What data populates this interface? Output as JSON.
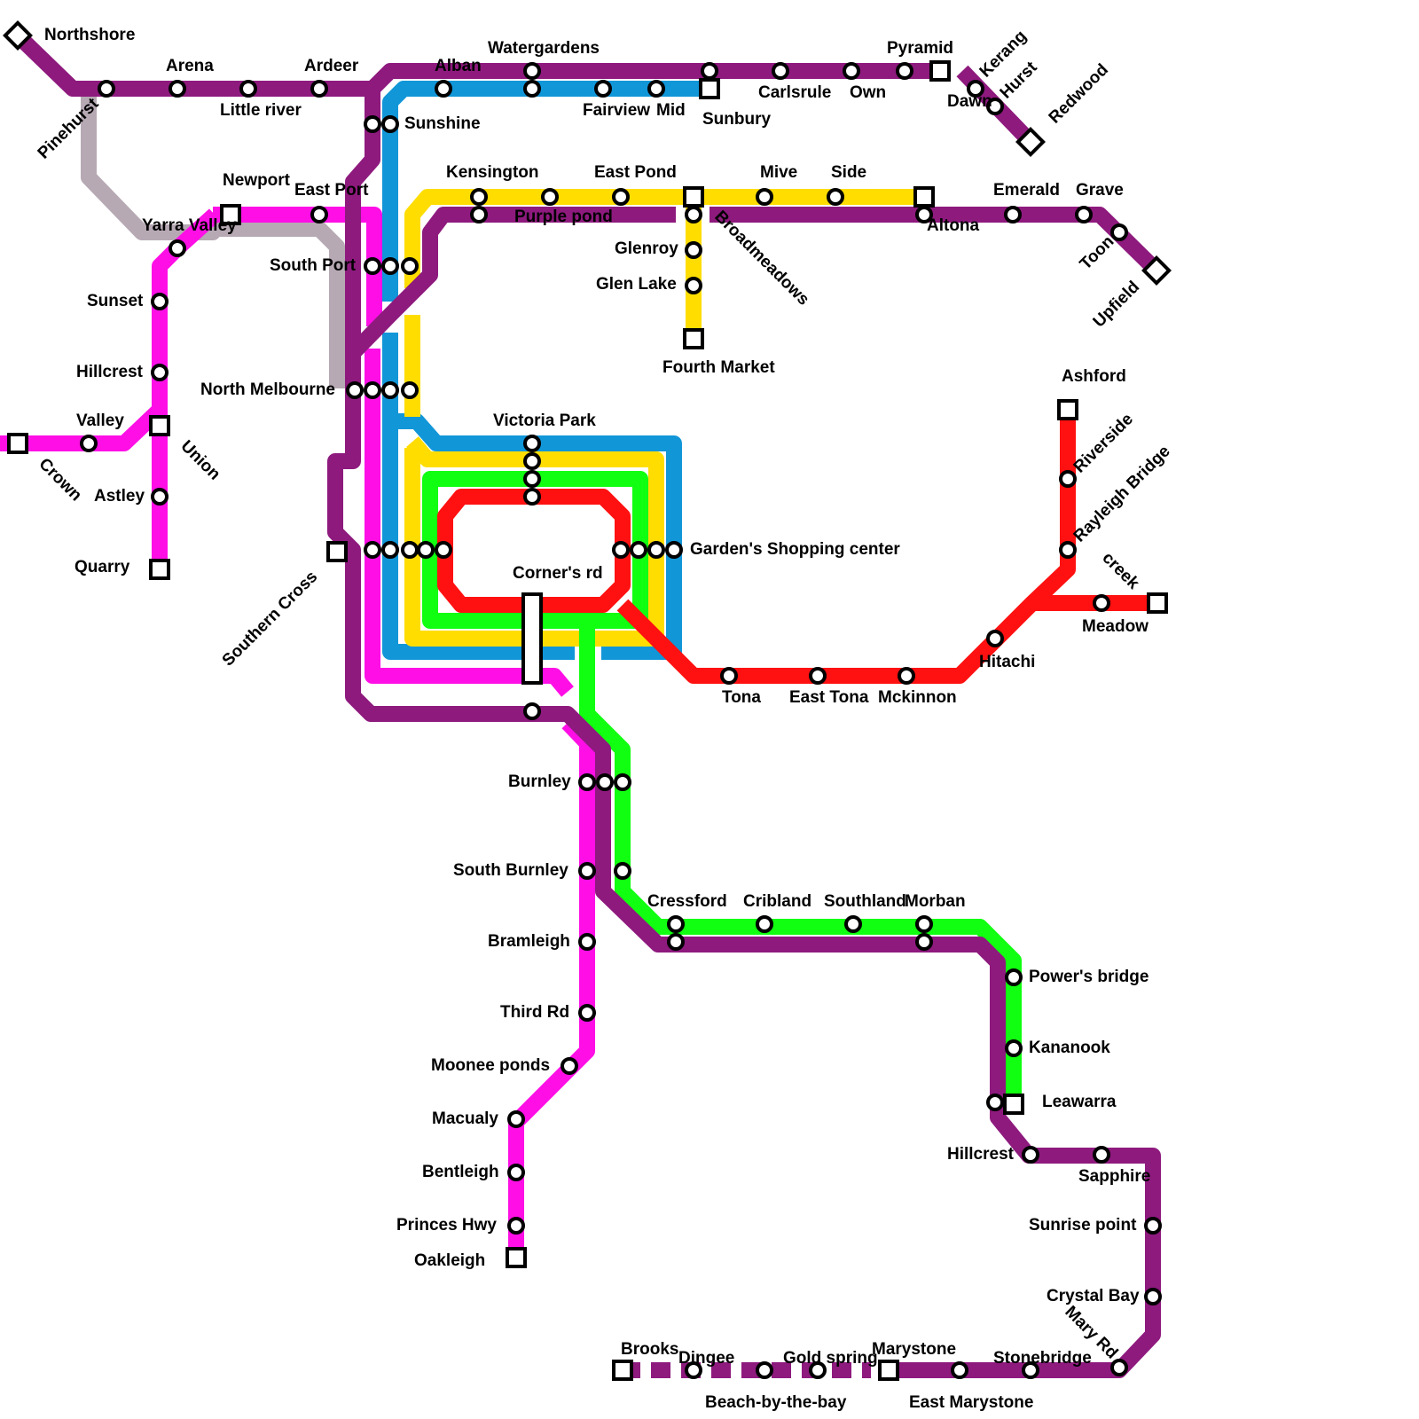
{
  "lines": [
    {
      "key": "purple",
      "color": "#8e1a7e"
    },
    {
      "key": "magenta",
      "color": "#ff0fe6"
    },
    {
      "key": "blue",
      "color": "#1196d8"
    },
    {
      "key": "yellow",
      "color": "#ffdd00"
    },
    {
      "key": "green",
      "color": "#11ff11"
    },
    {
      "key": "red",
      "color": "#ff1111"
    },
    {
      "key": "grey",
      "color": "#b6a9b4"
    }
  ],
  "stations": {
    "northshore": "Northshore",
    "arena": "Arena",
    "ardeer": "Ardeer",
    "alban": "Alban",
    "watergardens": "Watergardens",
    "pyramid": "Pyramid",
    "kerang": "Kerang",
    "hurst": "Hurst",
    "dawn": "Dawn",
    "redwood": "Redwood",
    "pinehurst": "Pinehurst",
    "little_river": "Little river",
    "sunshine": "Sunshine",
    "fairview": "Fairview",
    "mid": "Mid",
    "sunbury": "Sunbury",
    "carlsrule": "Carlsrule",
    "own": "Own",
    "newport": "Newport",
    "east_port": "East Port",
    "kensington": "Kensington",
    "east_pond": "East Pond",
    "mive": "Mive",
    "side": "Side",
    "emerald": "Emerald",
    "grave": "Grave",
    "yarra_valley": "Yarra Valley",
    "purple_pond": "Purple pond",
    "altona": "Altona",
    "broadmeadows": "Broadmeadows",
    "glenroy": "Glenroy",
    "glen_lake": "Glen Lake",
    "toon": "Toon",
    "upfield": "Upfield",
    "south_port": "South Port",
    "sunset": "Sunset",
    "fourth_market": "Fourth Market",
    "hillcrest_w": "Hillcrest",
    "north_melbourne": "North Melbourne",
    "ashford": "Ashford",
    "valley": "Valley",
    "victoria_park": "Victoria Park",
    "riverside": "Riverside",
    "crown": "Crown",
    "union": "Union",
    "rayleigh_bridge": "Rayleigh Bridge",
    "astley": "Astley",
    "gardens_shopping": "Garden's Shopping center",
    "creek": "creek",
    "southern_cross": "Southern Cross",
    "quarry": "Quarry",
    "corners_rd": "Corner's rd",
    "meadow": "Meadow",
    "hitachi": "Hitachi",
    "tona": "Tona",
    "east_tona": "East Tona",
    "mckinnon": "Mckinnon",
    "burnley": "Burnley",
    "south_burnley": "South Burnley",
    "cressford": "Cressford",
    "cribland": "Cribland",
    "southland": "Southland",
    "morban": "Morban",
    "bramleigh": "Bramleigh",
    "powers_bridge": "Power's bridge",
    "third_rd": "Third Rd",
    "kananook": "Kananook",
    "moonee_ponds": "Moonee ponds",
    "leawarra": "Leawarra",
    "macualy": "Macualy",
    "hillcrest_e": "Hillcrest",
    "sapphire": "Sapphire",
    "bentleigh": "Bentleigh",
    "sunrise_point": "Sunrise point",
    "princes_hwy": "Princes Hwy",
    "oakleigh": "Oakleigh",
    "crystal_bay": "Crystal Bay",
    "mary_rd": "Mary Rd",
    "brooks": "Brooks",
    "dingee": "Dingee",
    "gold_spring": "Gold spring",
    "marystone": "Marystone",
    "stonebridge": "Stonebridge",
    "beach_by_the_bay": "Beach-by-the-bay",
    "east_marystone": "East Marystone"
  }
}
